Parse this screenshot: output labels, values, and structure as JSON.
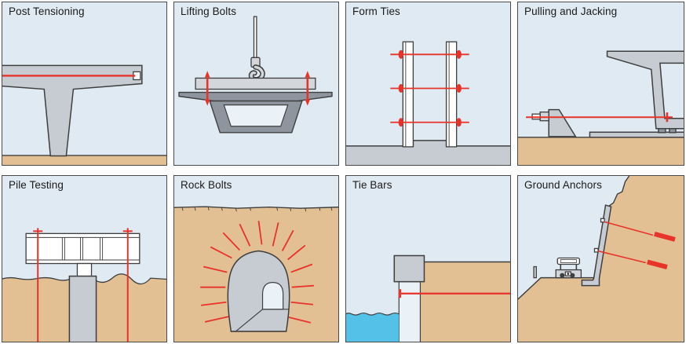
{
  "figure": {
    "panels": [
      {
        "id": "post-tensioning",
        "label": "Post Tensioning"
      },
      {
        "id": "lifting-bolts",
        "label": "Lifting Bolts"
      },
      {
        "id": "form-ties",
        "label": "Form Ties"
      },
      {
        "id": "pulling-and-jacking",
        "label": "Pulling and Jacking"
      },
      {
        "id": "pile-testing",
        "label": "Pile Testing"
      },
      {
        "id": "rock-bolts",
        "label": "Rock Bolts"
      },
      {
        "id": "tie-bars",
        "label": "Tie Bars"
      },
      {
        "id": "ground-anchors",
        "label": "Ground Anchors"
      }
    ]
  },
  "colors": {
    "page_bg": "#ffffff",
    "panel_sky": "#dfeaf2",
    "panel_border": "#4a4a4a",
    "outline": "#3f3f3f",
    "concrete_light": "#c7ccd3",
    "concrete_mid": "#d3d7dc",
    "concrete_dark": "#8e959e",
    "soil_tan": "#e2c094",
    "bar_red": "#e8332a",
    "water_blue": "#54c1e8",
    "inner_light": "#eaf2f8",
    "white": "#ffffff"
  }
}
